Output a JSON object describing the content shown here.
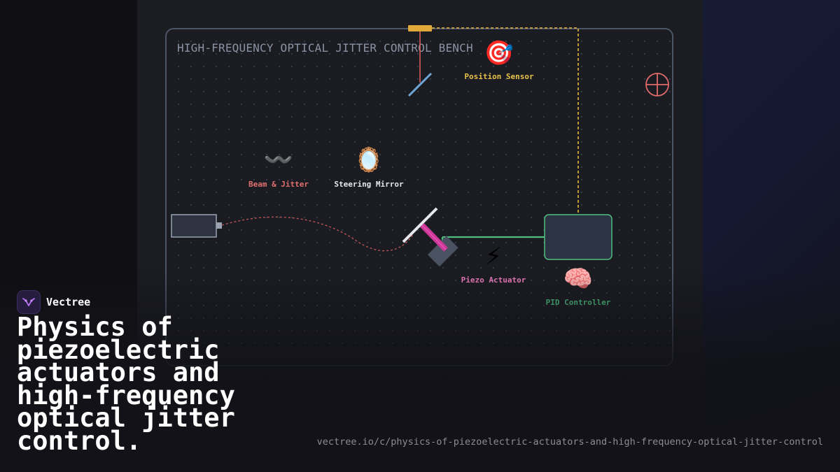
{
  "bench": {
    "title": "HIGH-FREQUENCY OPTICAL JITTER CONTROL BENCH"
  },
  "nodes": [
    {
      "key": "sensor",
      "emoji": "🎯",
      "label": "Position Sensor",
      "color": "#e8c24a"
    },
    {
      "key": "beam",
      "emoji": "〰️",
      "label": "Beam & Jitter",
      "color": "#e07070"
    },
    {
      "key": "mirror",
      "emoji": "🪞",
      "label": "Steering Mirror",
      "color": "#e6e8ee"
    },
    {
      "key": "piezo",
      "emoji": "⚡",
      "label": "Piezo Actuator",
      "color": "#e879b8"
    },
    {
      "key": "pid",
      "emoji": "🧠",
      "label": "PID Controller",
      "color": "#4fbf7f"
    }
  ],
  "colors": {
    "sensor_link": "#e8b83a",
    "beam": "#e06a6a",
    "control_link": "#4fbf7f",
    "piezo": "#d0379a",
    "mirror_line": "#e6e8ee"
  },
  "brand": {
    "name": "Vectree",
    "headline": "Physics of piezoelectric actuators and high-frequency optical jitter control.",
    "url": "vectree.io/c/physics-of-piezoelectric-actuators-and-high-frequency-optical-jitter-control"
  }
}
